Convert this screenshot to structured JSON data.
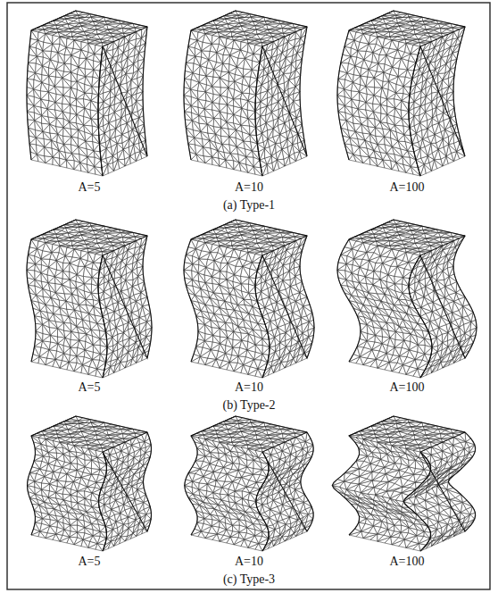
{
  "diagram": {
    "labels": [
      "A=5",
      "A=10",
      "A=100",
      "(a) Type-1",
      "A=5",
      "A=10",
      "A=100",
      "(b) Type-2",
      "A=5",
      "A=10",
      "A=100",
      "(c) Type-3"
    ]
  }
}
